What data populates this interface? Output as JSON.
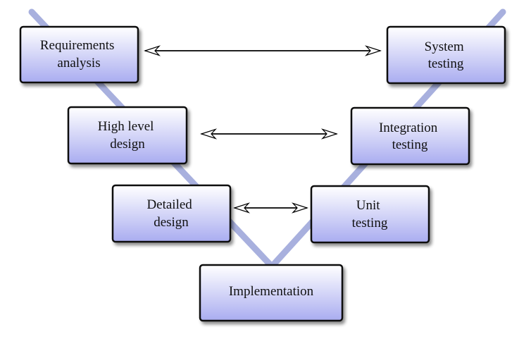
{
  "diagram": {
    "colors": {
      "v_line": "#a8b0de",
      "box_fill_top": "#ffffff",
      "box_fill_bottom": "#a9acf0",
      "box_border": "#111111",
      "arrow": "#000000"
    },
    "boxes": {
      "requirements": [
        "Requirements",
        "analysis"
      ],
      "high_level": [
        "High level",
        "design"
      ],
      "detailed": [
        "Detailed",
        "design"
      ],
      "implementation": [
        "Implementation"
      ],
      "unit": [
        "Unit",
        "testing"
      ],
      "integration": [
        "Integration",
        "testing"
      ],
      "system": [
        "System",
        "testing"
      ]
    }
  }
}
